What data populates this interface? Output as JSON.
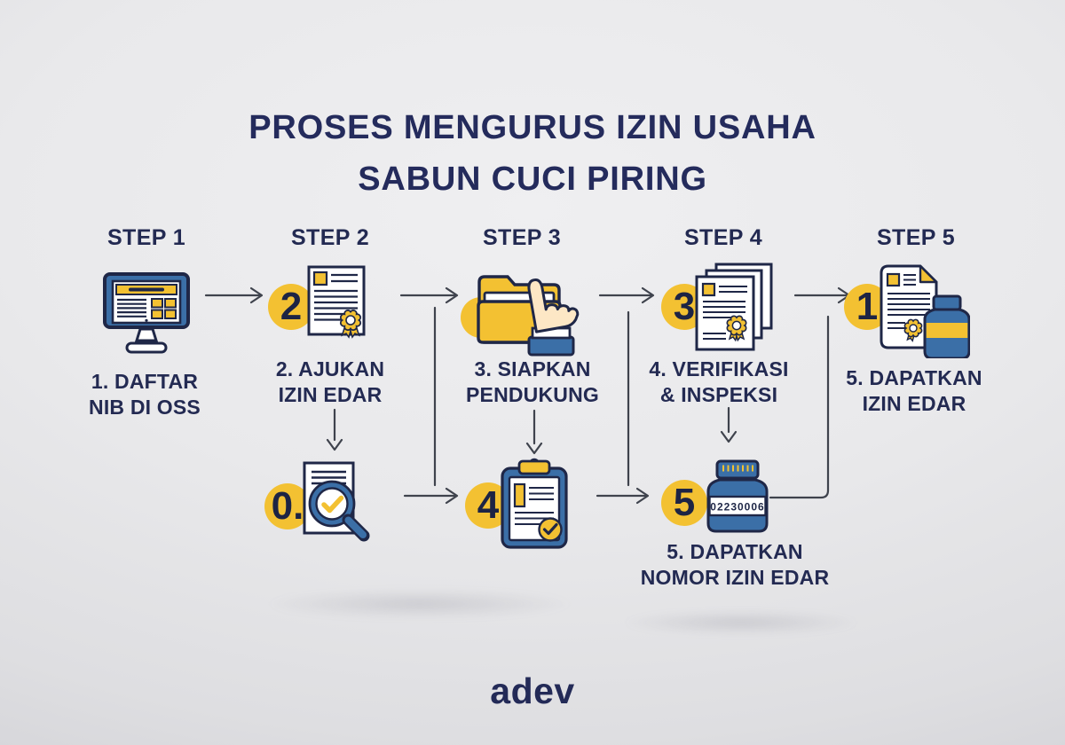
{
  "title": {
    "line1": "PROSES MENGURUS IZIN USAHA",
    "line2": "SABUN CUCI PIRING"
  },
  "steps": [
    {
      "header": "STEP 1",
      "icon": "monitor-icon",
      "label1": "1. DAFTAR",
      "label2": "NIB DI OSS"
    },
    {
      "header": "STEP 2",
      "badge": "2",
      "icon": "certificate-document-icon",
      "label1": "2. AJUKAN",
      "label2": "IZIN EDAR"
    },
    {
      "header": "STEP 3",
      "icon": "folder-pointer-icon",
      "label1": "3. SIAPKAN",
      "label2": "PENDUKUNG"
    },
    {
      "header": "STEP 4",
      "badge": "3",
      "icon": "document-stack-icon",
      "label1": "4. VERIFIKASI",
      "label2": "& INSPEKSI"
    },
    {
      "header": "STEP 5",
      "badge": "1",
      "icon": "document-bottle-icon",
      "label1": "5. DAPATKAN",
      "label2": "IZIN EDAR"
    }
  ],
  "substeps": [
    {
      "badge": "0.",
      "icon": "magnifier-check-document-icon"
    },
    {
      "badge": "4",
      "icon": "clipboard-check-icon"
    },
    {
      "badge": "5",
      "icon": "registration-bottle-icon",
      "bottle_number": "02230006",
      "label1": "5. DAPATKAN",
      "label2": "NOMOR IZIN EDAR"
    }
  ],
  "connections": [
    {
      "from": "step-1",
      "to": "step-2"
    },
    {
      "from": "step-2",
      "to": "step-3"
    },
    {
      "from": "step-3",
      "to": "step-4"
    },
    {
      "from": "step-4",
      "to": "step-5"
    },
    {
      "from": "step-2",
      "to": "substep-review"
    },
    {
      "from": "step-2-3-branch",
      "to": "substep-checklist"
    },
    {
      "from": "step-3",
      "to": "substep-checklist"
    },
    {
      "from": "step-3-4-branch",
      "to": "substep-bottle"
    },
    {
      "from": "step-4",
      "to": "substep-bottle"
    },
    {
      "from": "substep-bottle",
      "to": "step-5"
    }
  ],
  "logo": "adev",
  "colors": {
    "navy_text": "#232a52",
    "outline_navy": "#1f2747",
    "yellow": "#f3c132",
    "blue": "#3b6fa7",
    "arrow": "#3f434d",
    "background": "#e9e9eb"
  }
}
